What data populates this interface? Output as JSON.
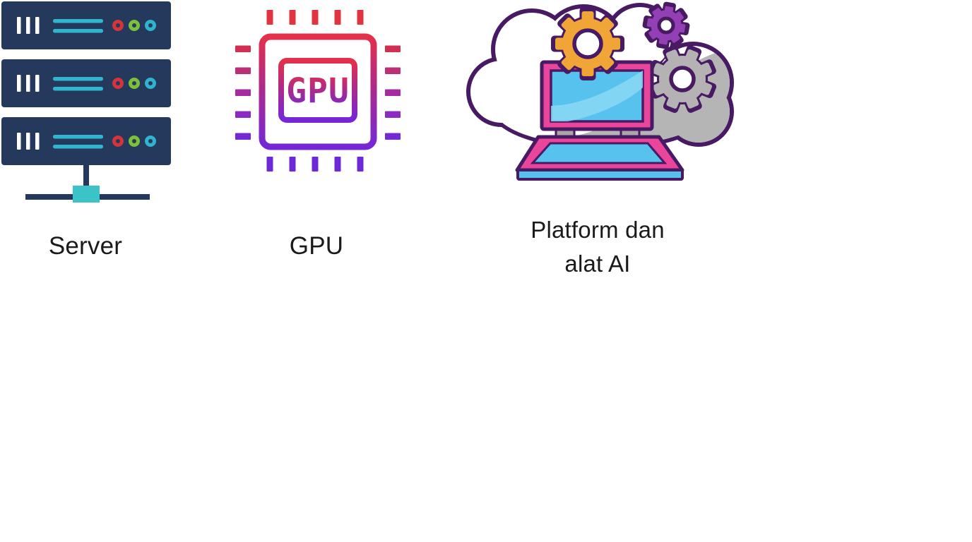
{
  "page": {
    "background": "#ffffff"
  },
  "items": [
    {
      "id": "server",
      "label": "Server"
    },
    {
      "id": "gpu",
      "label": "GPU",
      "chip_text": "GPU"
    },
    {
      "id": "ai-platform",
      "label": "Platform dan alat AI",
      "label_lines": [
        "Platform dan",
        "alat AI"
      ]
    }
  ],
  "colors": {
    "label_text": "#1a1a1a",
    "server_navy": "#25395C",
    "server_teal": "#2FB5CE",
    "led_red": "#D4343C",
    "led_green": "#7DC03C",
    "led_teal": "#2FB3CF",
    "gpu_gradient_top": "#E4304A",
    "gpu_gradient_mid": "#A82A90",
    "gpu_gradient_bottom": "#7527D8",
    "outline_purple": "#471A63",
    "laptop_pink": "#E8459B",
    "screen_blue": "#58C2EE",
    "gear_orange": "#F2A537",
    "gear_purple": "#9440B5",
    "gear_gray": "#B5B2B3",
    "cloud_gray": "#B5B5B5",
    "cloud_white": "#FFFFFF"
  }
}
